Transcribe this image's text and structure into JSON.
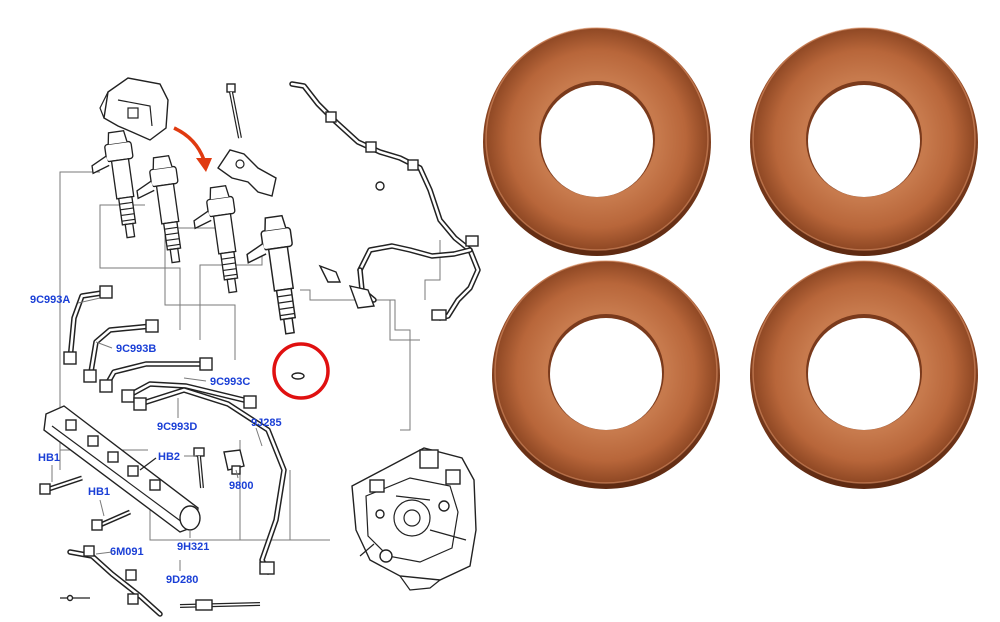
{
  "diagram": {
    "labels": [
      {
        "id": "9c993a",
        "text": "9C993A"
      },
      {
        "id": "9c993b",
        "text": "9C993B"
      },
      {
        "id": "9c993c",
        "text": "9C993C"
      },
      {
        "id": "9c993d",
        "text": "9C993D"
      },
      {
        "id": "9j285",
        "text": "9J285"
      },
      {
        "id": "hb1a",
        "text": "HB1"
      },
      {
        "id": "hb1b",
        "text": "HB1"
      },
      {
        "id": "hb2",
        "text": "HB2"
      },
      {
        "id": "9800",
        "text": "9800"
      },
      {
        "id": "9h321",
        "text": "9H321"
      },
      {
        "id": "6m091",
        "text": "6M091"
      },
      {
        "id": "9d280",
        "text": "9D280"
      }
    ],
    "label_color": "#1a3fd6",
    "highlight_color": "#e01010",
    "arrow_color": "#e03a10"
  },
  "photo": {
    "washer_count": 4,
    "washer_color": "#b8663a",
    "washer_edge_color": "#7a3a1c"
  }
}
